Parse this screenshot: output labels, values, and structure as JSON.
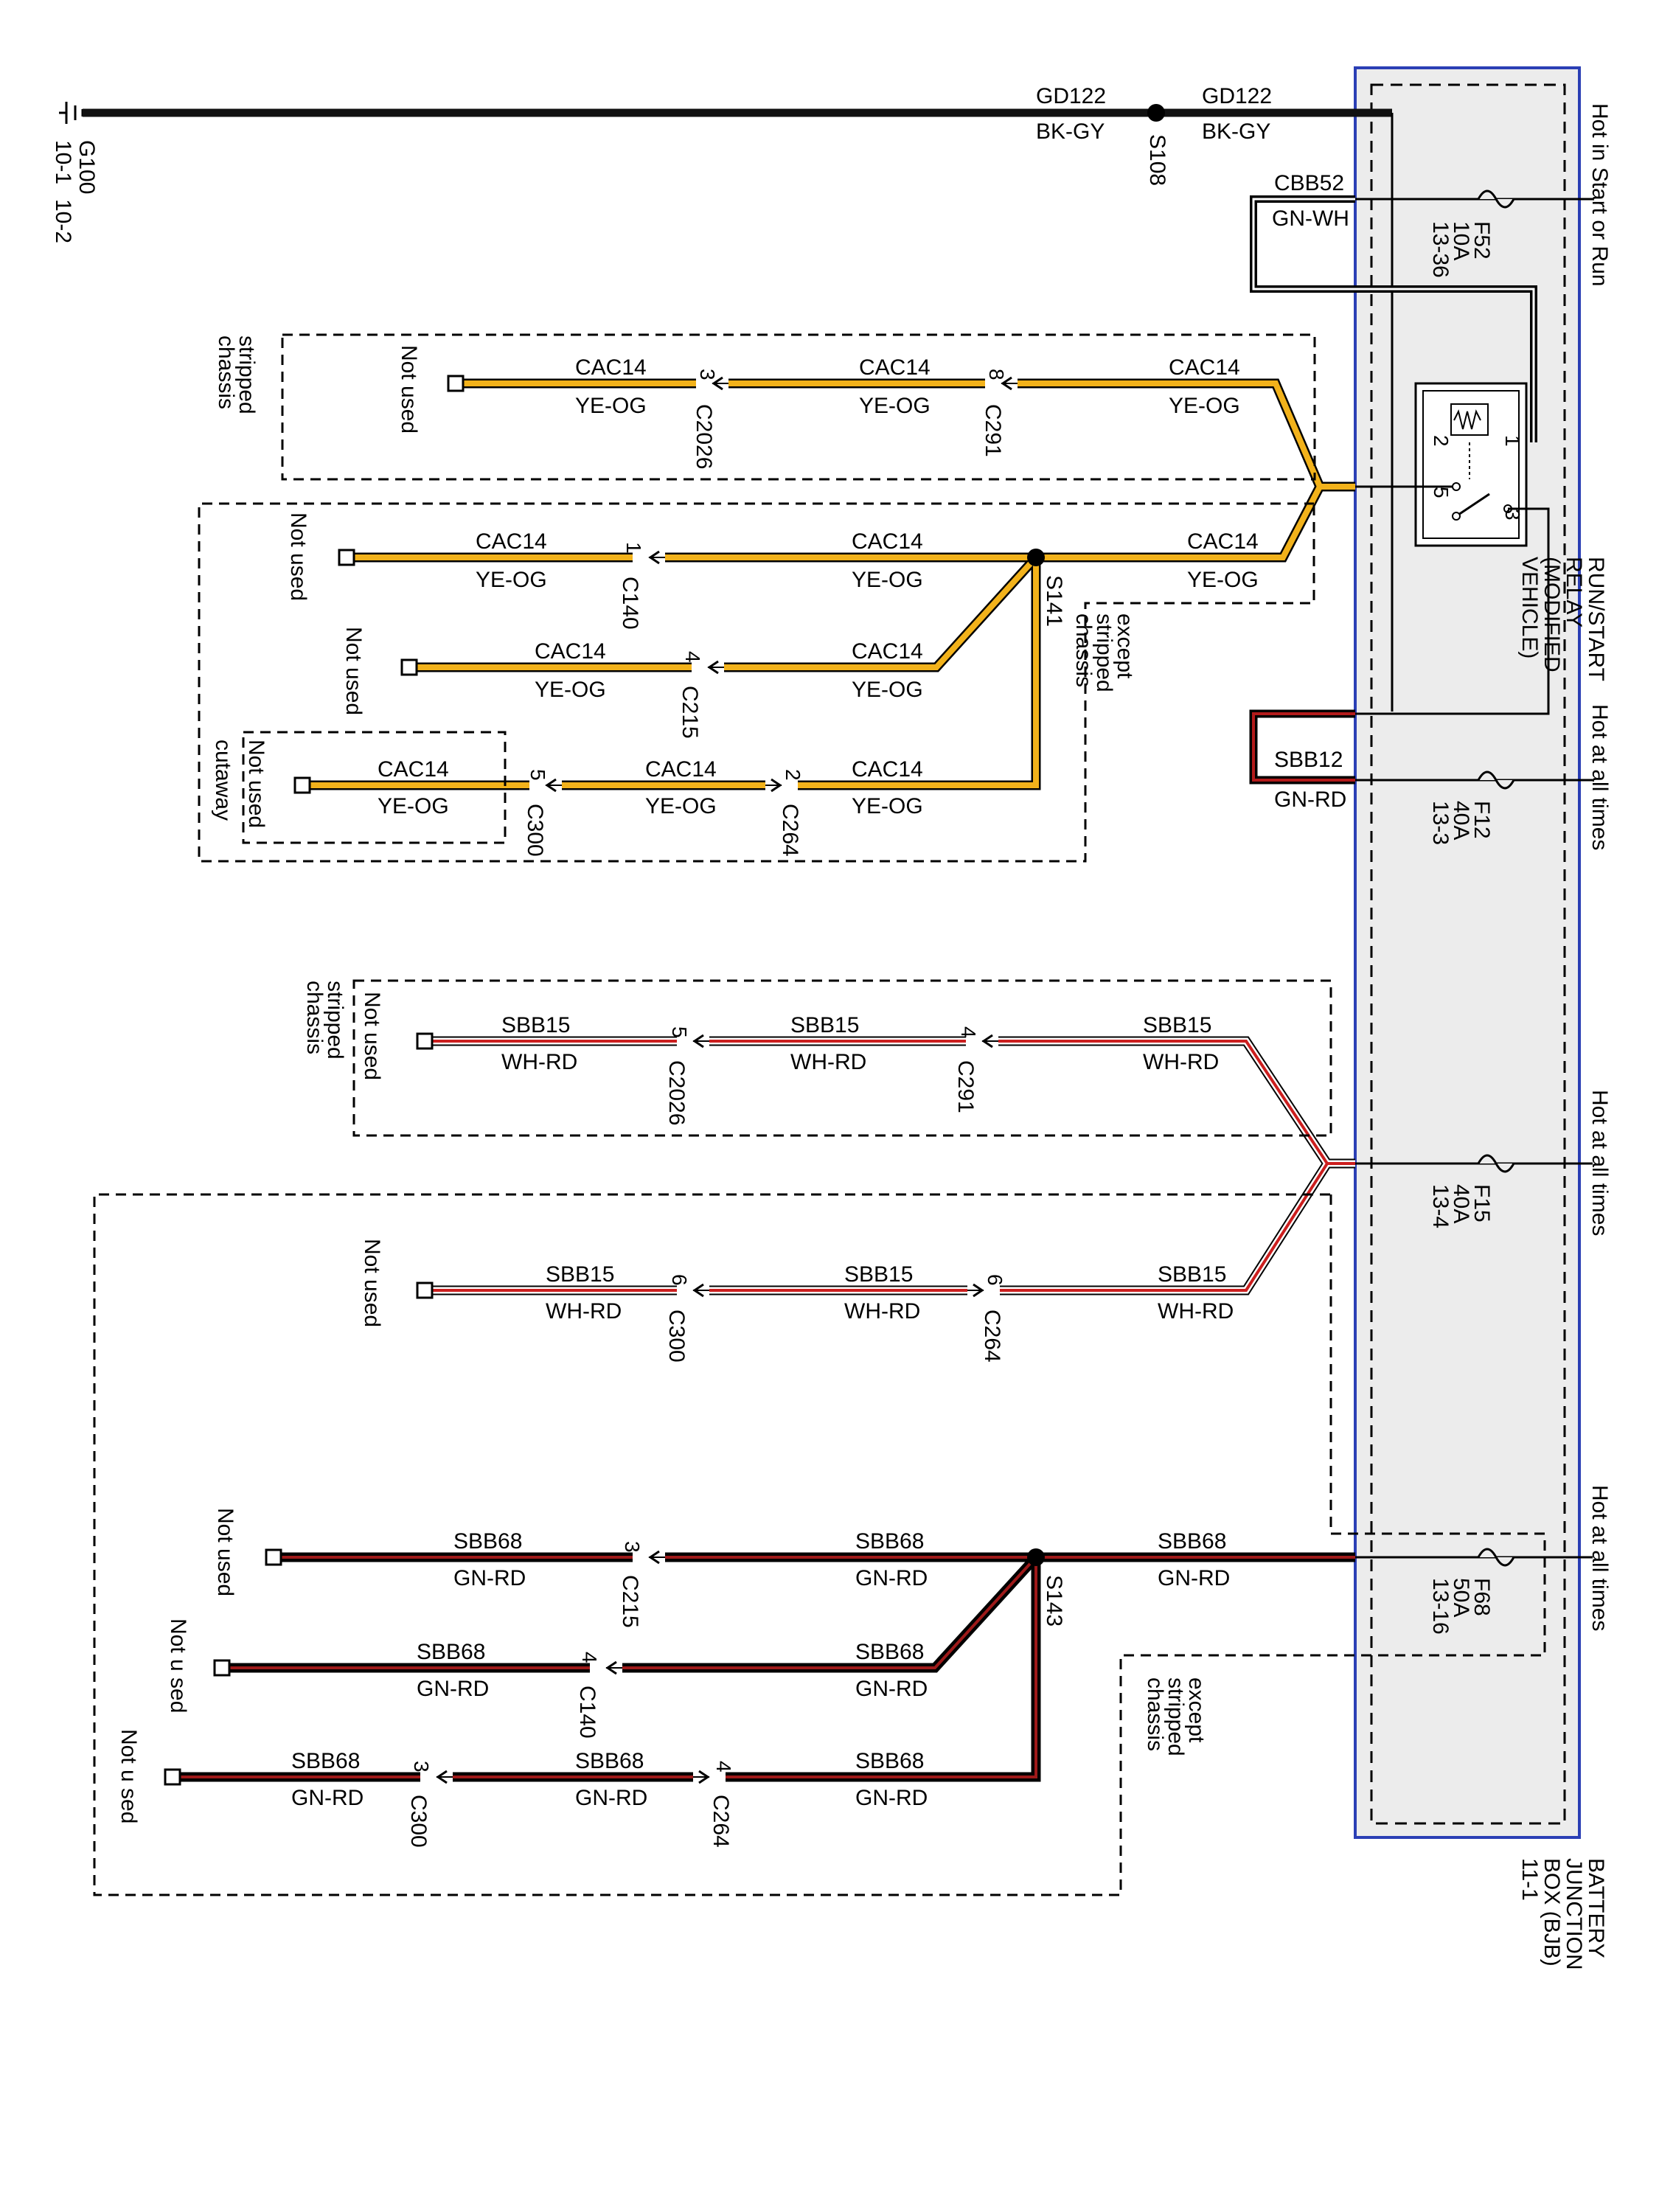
{
  "ground": {
    "id": "G100",
    "pages": [
      "10-1",
      "10-2"
    ]
  },
  "ground_wire": {
    "circuit": "GD122",
    "color": "BK-GY",
    "splice": "S108"
  },
  "bjb": {
    "lines": [
      "BATTERY",
      "JUNCTION",
      "BOX (BJB)",
      "11-1"
    ]
  },
  "power_labels": {
    "start_run": "Hot in Start or Run",
    "all_times": "Hot at all times"
  },
  "fuses": {
    "f52": {
      "id": "F52",
      "rating": "10A",
      "ref": "13-36"
    },
    "f12": {
      "id": "F12",
      "rating": "40A",
      "ref": "13-3"
    },
    "f15": {
      "id": "F15",
      "rating": "40A",
      "ref": "13-4"
    },
    "f68": {
      "id": "F68",
      "rating": "50A",
      "ref": "13-16"
    }
  },
  "relay": {
    "lines": [
      "RUN/START",
      "RELAY",
      "(MODIFIED",
      "VEHICLE)"
    ],
    "pins": [
      "1",
      "2",
      "3",
      "5"
    ]
  },
  "feeds": {
    "cbb52": {
      "circuit": "CBB52",
      "color": "GN-WH"
    },
    "sbb12": {
      "circuit": "SBB12",
      "color": "GN-RD"
    }
  },
  "cac14": {
    "circuit": "CAC14",
    "color": "YE-OG",
    "splice": "S141",
    "connectors": {
      "c2026": "C2026",
      "c291": "C291",
      "c140": "C140",
      "c215": "C215",
      "c300": "C300",
      "c264": "C264"
    },
    "pins": {
      "c2026": "3",
      "c291": "8",
      "c140": "1",
      "c215": "4",
      "c300": "5",
      "c264": "2"
    }
  },
  "sbb15": {
    "circuit": "SBB15",
    "color": "WH-RD",
    "connectors": {
      "c2026": "C2026",
      "c291": "C291",
      "c300": "C300",
      "c264": "C264"
    },
    "pins": {
      "c2026": "5",
      "c291": "4",
      "c300": "6",
      "c264": "6"
    }
  },
  "sbb68": {
    "circuit": "SBB68",
    "color": "GN-RD",
    "splice": "S143",
    "connectors": {
      "c215": "C215",
      "c140": "C140",
      "c300": "C300",
      "c264": "C264"
    },
    "pins": {
      "c215": "3",
      "c140": "4",
      "c300": "3",
      "c264": "4"
    }
  },
  "notes": {
    "not_used": "Not used",
    "not_used_spaced": "Not u sed",
    "stripped_chassis": [
      "stripped",
      "chassis"
    ],
    "except_stripped": [
      "except",
      "stripped",
      "chassis"
    ],
    "cutaway": "cutaway"
  },
  "colors": {
    "cac14": "#f2b21b",
    "sbb15": "#cc1f1f",
    "sbb68": "#9e1a1a",
    "ground": "#111111",
    "bjb_border": "#2b3fb5",
    "bjb_fill": "#ececec"
  }
}
